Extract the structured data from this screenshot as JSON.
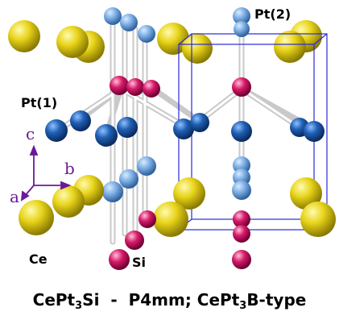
{
  "labels": {
    "pt2": "Pt(2)",
    "pt1": "Pt(1)",
    "ce": "Ce",
    "si": "Si"
  },
  "axes": {
    "c": "c",
    "b": "b",
    "a": "a"
  },
  "caption": {
    "part1": "CePt",
    "sub1": "3",
    "part2": "Si  -  P4mm; CePt",
    "sub2": "3",
    "part3": "B-type"
  },
  "colors": {
    "ce": "#e8d41a",
    "pt_light": "#7fb0e6",
    "pt_dark": "#1f5fb4",
    "pt_center": "#d81a6a",
    "si": "#d81a6a",
    "cell": "#2a2ad8",
    "axis": "#6a1b9a"
  }
}
